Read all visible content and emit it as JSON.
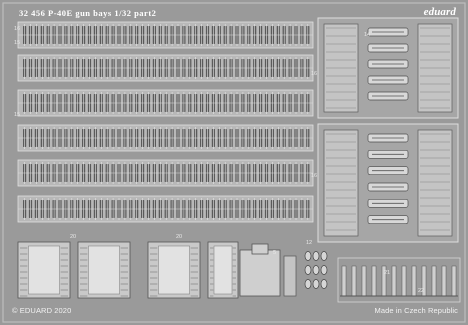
{
  "header": {
    "product": "32 456",
    "name": "P-40E",
    "subject": "gun bays",
    "scale": "1/32",
    "part": "part2",
    "brand": "eduard"
  },
  "footer": {
    "copyright": "© EDUARD 2020",
    "origin": "Made in Czech Republic"
  },
  "part_numbers": {
    "strip_top_numbers": [
      "16",
      "15"
    ],
    "strip_side_number": "15",
    "panel_side_number": "16",
    "panel_inner_number": "14",
    "bottom_left": "20",
    "bottom_mid": "20",
    "bottom_small": "5",
    "bottom_right_a": "12",
    "bottom_right_b": "21",
    "bottom_right_c": "22"
  },
  "colors": {
    "fret": "#9a9a9a",
    "part_light": "#dcdcdc",
    "part_dark": "#5a5a5a",
    "text": "#ffffff"
  }
}
